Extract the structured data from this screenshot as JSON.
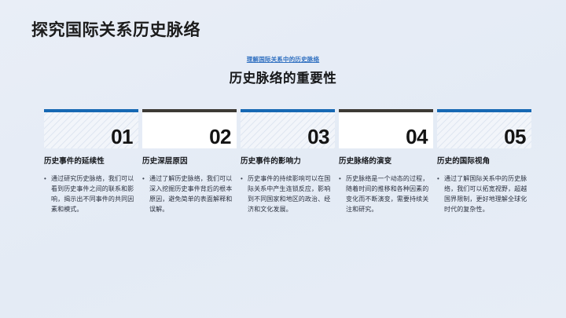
{
  "slide": {
    "title": "探究国际关系历史脉络",
    "kicker_link": "理解国际关系中的历史脉络",
    "section_heading": "历史脉络的重要性",
    "colors": {
      "background": "#e7edf6",
      "accent_blue": "#1668b3",
      "accent_dark": "#3d3a35",
      "link": "#2f6fc0",
      "title_text": "#1c1c1c"
    }
  },
  "cards": [
    {
      "number": "01",
      "title": "历史事件的延续性",
      "bullet_marker": "•",
      "body": "通过研究历史脉络，我们可以看到历史事件之间的联系和影响，揭示出不同事件的共同因素和模式。",
      "accent": "#1668b3",
      "style": "hatched"
    },
    {
      "number": "02",
      "title": "历史深层原因",
      "bullet_marker": "•",
      "body": "通过了解历史脉络，我们可以深入挖掘历史事件背后的根本原因，避免简单的表面解释和误解。",
      "accent": "#3d3a35",
      "style": "plain"
    },
    {
      "number": "03",
      "title": "历史事件的影响力",
      "bullet_marker": "•",
      "body": "历史事件的持续影响可以在国际关系中产生连锁反应，影响到不同国家和地区的政治、经济和文化发展。",
      "accent": "#1668b3",
      "style": "hatched"
    },
    {
      "number": "04",
      "title": "历史脉络的演变",
      "bullet_marker": "•",
      "body": "历史脉络是一个动态的过程，随着时间的推移和各种因素的变化而不断演变，需要持续关注和研究。",
      "accent": "#3d3a35",
      "style": "plain"
    },
    {
      "number": "05",
      "title": "历史的国际视角",
      "bullet_marker": "•",
      "body": "通过了解国际关系中的历史脉络，我们可以拓宽视野，超越国界限制，更好地理解全球化时代的复杂性。",
      "accent": "#1668b3",
      "style": "hatched"
    }
  ]
}
